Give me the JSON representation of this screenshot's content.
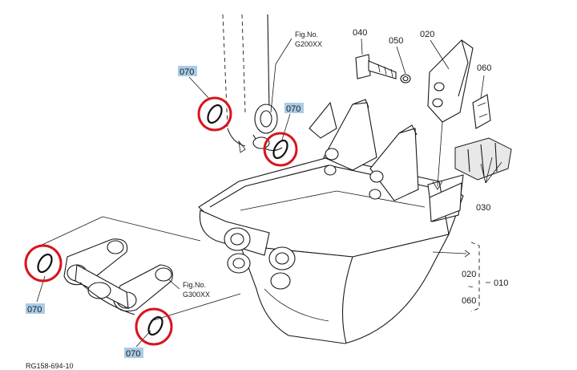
{
  "figure": {
    "drawing_code": "RG158-694-10",
    "fig_refs": [
      {
        "line1": "Fig.No.",
        "line2": "G200XX"
      },
      {
        "line1": "Fig.No.",
        "line2": "G300XX"
      }
    ]
  },
  "part_labels": {
    "p040": "040",
    "p050": "050",
    "p020": "020",
    "p060": "060",
    "p030": "030",
    "range_top": "020",
    "range_tilde": "~",
    "range_bottom": "060",
    "range_assembly": "010"
  },
  "highlighted_part": {
    "label": "070",
    "occurrences": [
      "070",
      "070",
      "070",
      "070"
    ],
    "label_bg_color": "#a9cce6",
    "circle_color": "#d8141c"
  }
}
